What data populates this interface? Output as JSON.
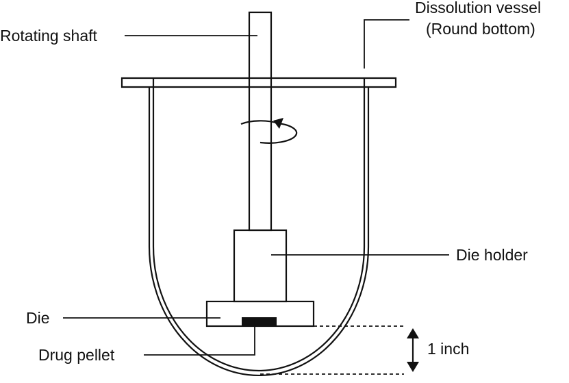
{
  "labels": {
    "rotating_shaft": "Rotating shaft",
    "vessel_line1": "Dissolution vessel",
    "vessel_line2": "(Round bottom)",
    "die_holder": "Die holder",
    "die": "Die",
    "drug_pellet": "Drug pellet",
    "distance": "1 inch"
  },
  "colors": {
    "stroke": "#111111",
    "background": "#ffffff"
  }
}
